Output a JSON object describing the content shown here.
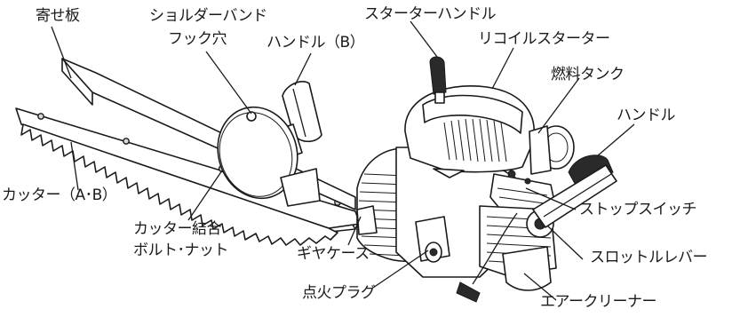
{
  "labels": {
    "yose_ita": "寄せ板",
    "shoulder_band_hook_1": "ショルダーバンド",
    "shoulder_band_hook_2": "フック穴",
    "handle_b": "ハンドル（B）",
    "starter_handle": "スターターハンドル",
    "recoil_starter": "リコイルスターター",
    "fuel_tank": "燃料タンク",
    "handle": "ハンドル",
    "cutter_ab": "カッター（A･B）",
    "stop_switch": "ストップスイッチ",
    "cutter_bolt_1": "カッター結合",
    "cutter_bolt_2": "ボルト･ナット",
    "gear_case": "ギヤケース",
    "throttle_lever": "スロットルレバー",
    "spark_plug": "点火プラグ",
    "air_cleaner": "エアークリーナー"
  }
}
